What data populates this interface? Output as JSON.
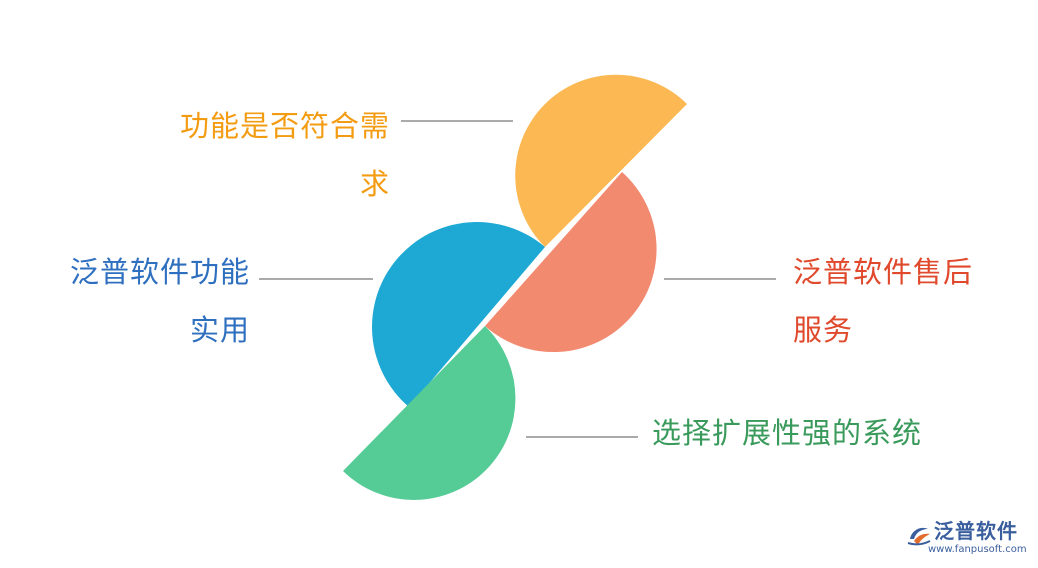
{
  "diagram": {
    "items": [
      {
        "id": "orange",
        "lines": [
          "功能是否符合需",
          "求"
        ],
        "color": "#fbb853"
      },
      {
        "id": "blue",
        "lines": [
          "泛普软件功能",
          "实用"
        ],
        "color": "#1ea9d4"
      },
      {
        "id": "red",
        "lines": [
          "泛普软件售后",
          "服务"
        ],
        "color": "#f28a70"
      },
      {
        "id": "green",
        "lines": [
          "选择扩展性强的系统"
        ],
        "color": "#55cb96"
      }
    ],
    "connector_color": "#555555"
  },
  "logo": {
    "name": "泛普软件",
    "url": "www.fanpusoft.com",
    "color": "#3b5f9e"
  }
}
